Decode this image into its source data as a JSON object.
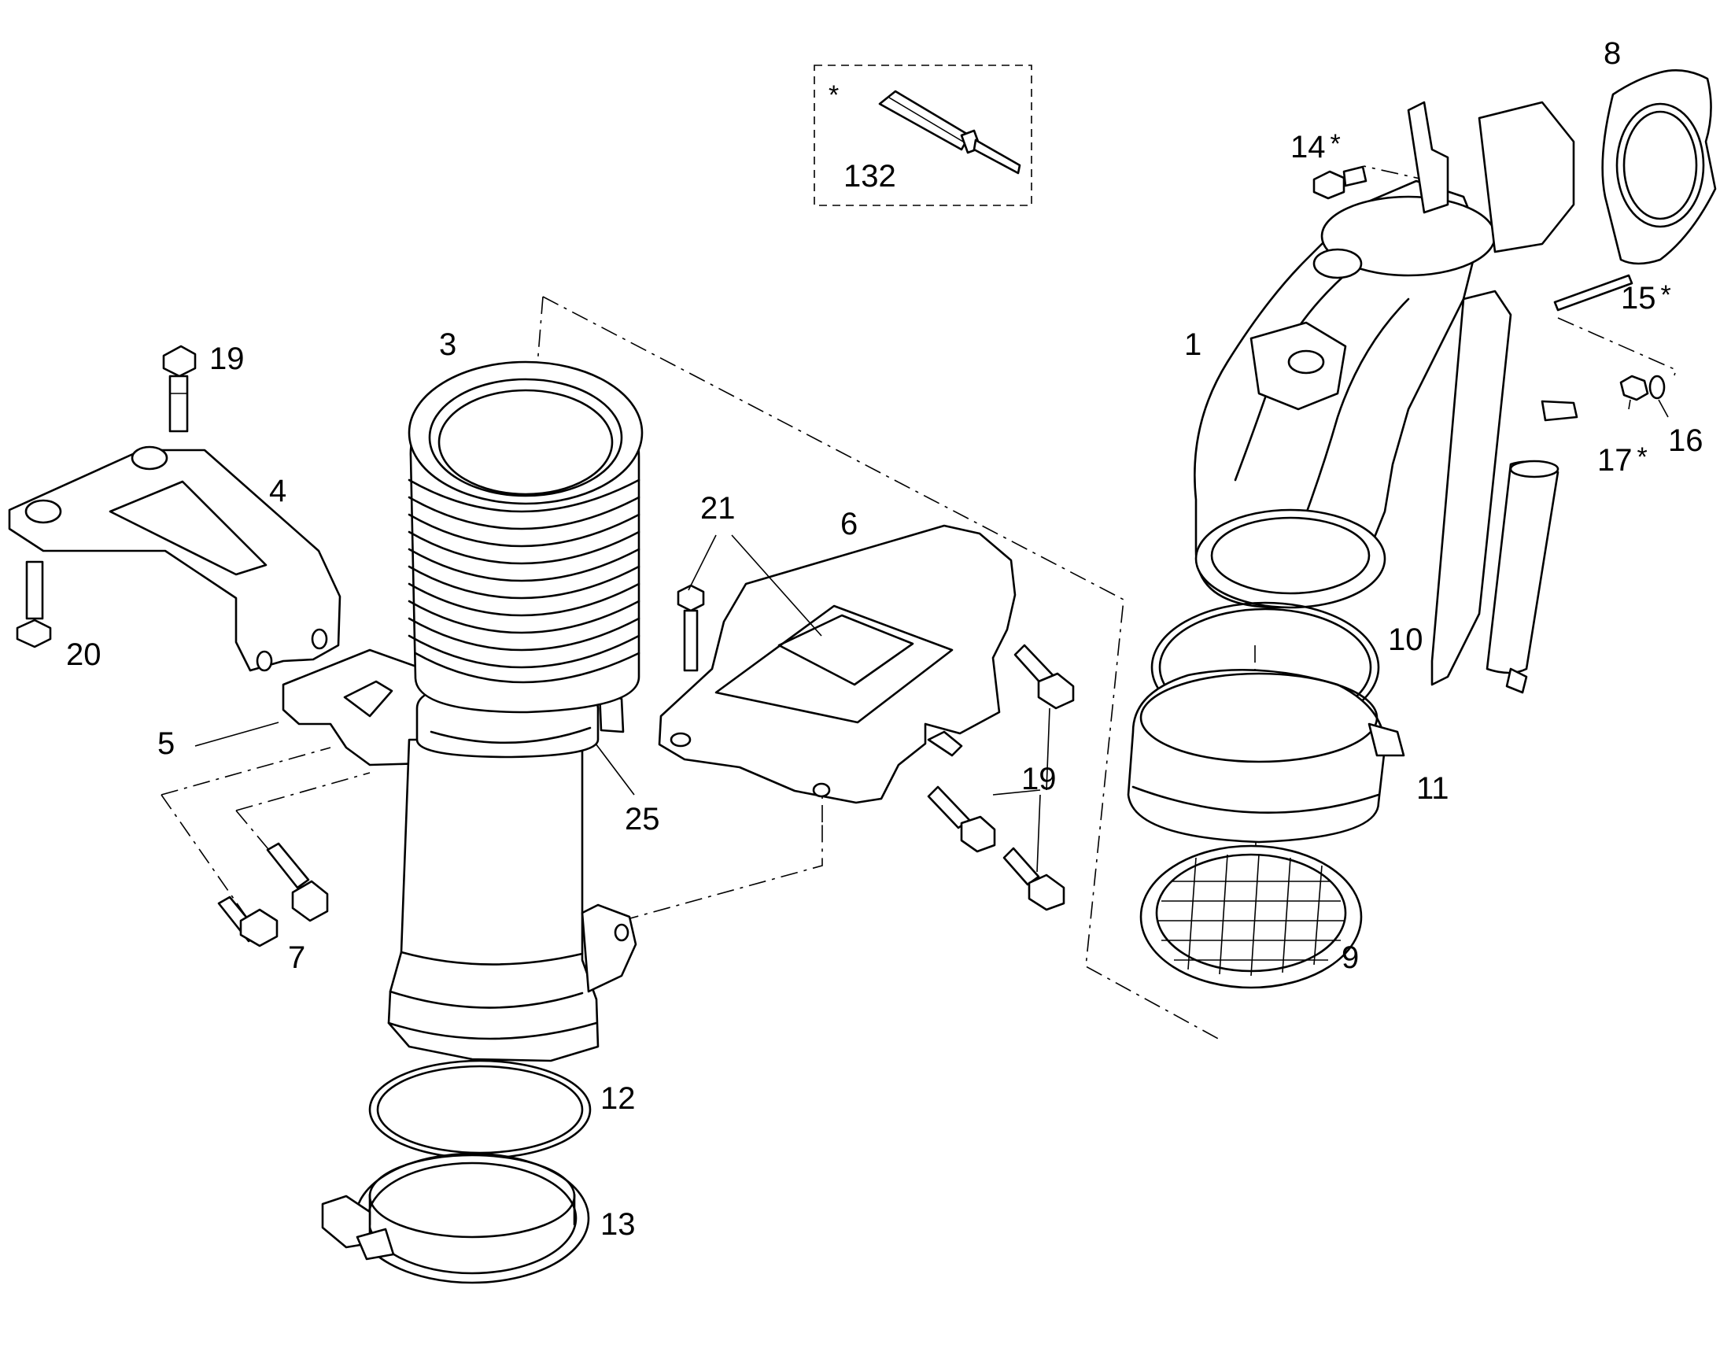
{
  "callouts": {
    "c1": "1",
    "c3": "3",
    "c4": "4",
    "c5": "5",
    "c6": "6",
    "c7": "7",
    "c8": "8",
    "c9": "9",
    "c10": "10",
    "c11": "11",
    "c12": "12",
    "c13": "13",
    "c14": "14",
    "c15": "15",
    "c16": "16",
    "c17": "17",
    "c19a": "19",
    "c19b": "19",
    "c20": "20",
    "c21": "21",
    "c25": "25",
    "c132": "132"
  },
  "marks": {
    "star": "*"
  }
}
